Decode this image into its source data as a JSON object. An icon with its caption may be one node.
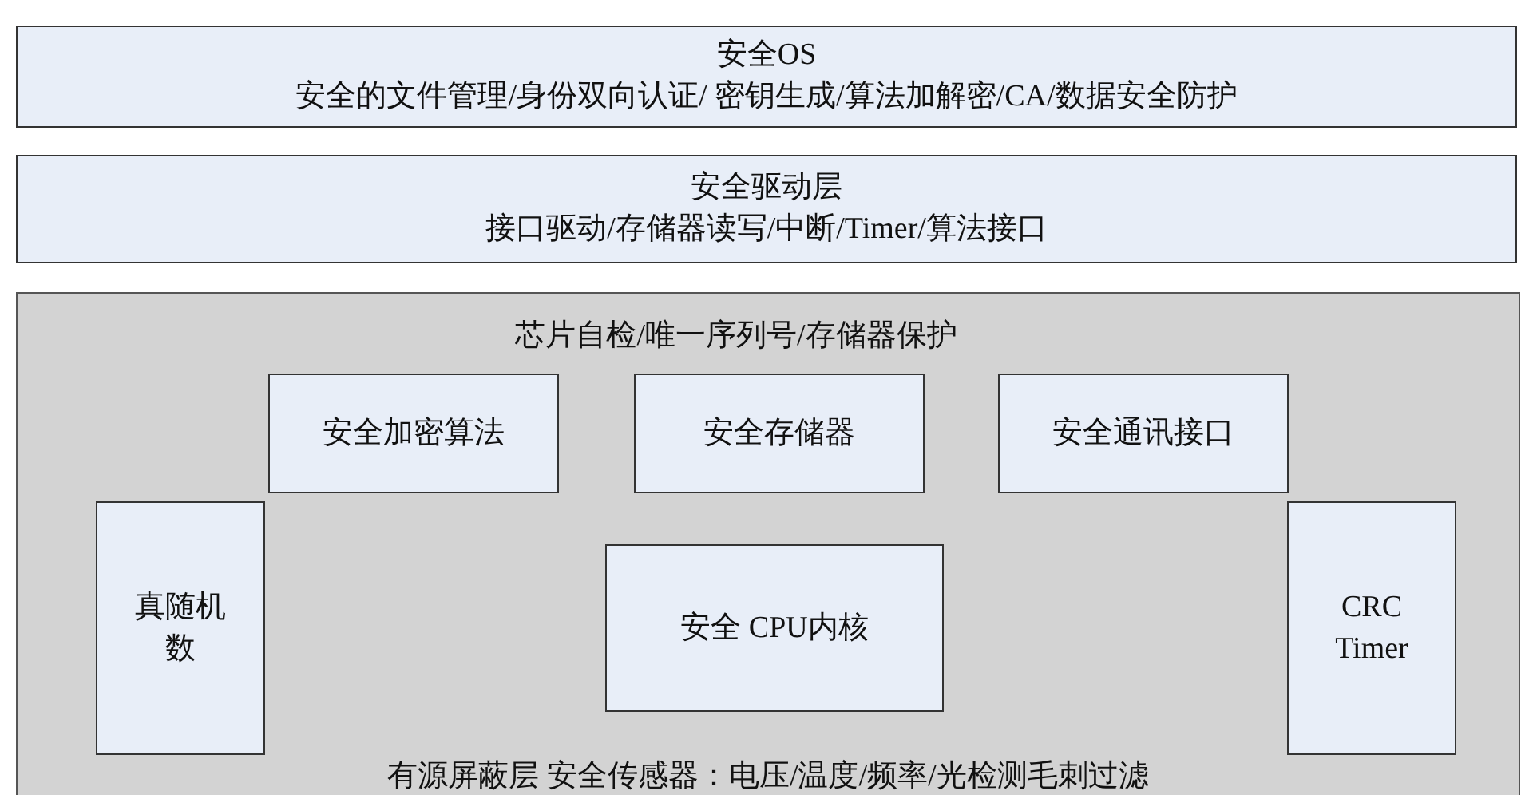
{
  "diagram": {
    "nodes": [
      {
        "text": [
          "安全OS",
          "安全的文件管理/身份双向认证/ 密钥生成/算法加解密/CA/数据安全防护"
        ]
      },
      {
        "text": [
          "安全驱动层",
          "接口驱动/存储器读写/中断/Timer/算法接口"
        ]
      },
      {
        "text": [
          "芯片自检/唯一序列号/存储器保护",
          "有源屏蔽层 安全传感器：电压/温度/频率/光检测毛刺过滤"
        ]
      },
      {
        "text": [
          "安全加密算法"
        ],
        "in": 2
      },
      {
        "text": [
          "安全存储器"
        ],
        "in": 2
      },
      {
        "text": [
          "安全通讯接口"
        ],
        "in": 2
      },
      {
        "text": [
          "真随机数"
        ],
        "in": 2
      },
      {
        "text": [
          "安全 CPU内核"
        ],
        "in": 2
      },
      {
        "text": [
          "CRC Timer"
        ],
        "in": 2
      }
    ],
    "edges": []
  }
}
